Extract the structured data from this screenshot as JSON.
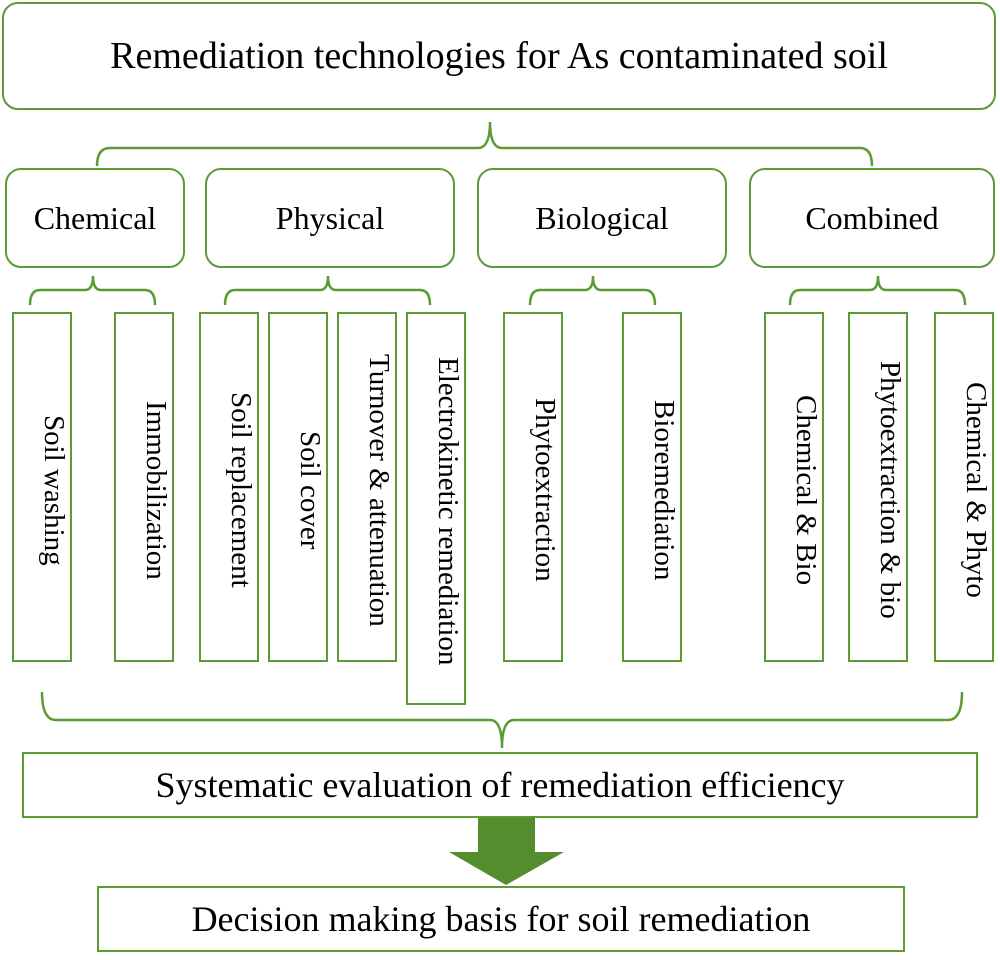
{
  "title": "Remediation technologies for As contaminated soil",
  "categories": [
    {
      "label": "Chemical",
      "items": [
        "Soil washing",
        "Immobilization"
      ]
    },
    {
      "label": "Physical",
      "items": [
        "Soil replacement",
        "Soil cover",
        "Turnover & attenuation",
        "Electrokinetic remediation"
      ]
    },
    {
      "label": "Biological",
      "items": [
        "Phytoextraction",
        "Bioremediation"
      ]
    },
    {
      "label": "Combined",
      "items": [
        "Chemical & Bio",
        "Phytoextraction & bio",
        "Chemical & Phyto"
      ]
    }
  ],
  "evaluation": "Systematic evaluation of remediation efficiency",
  "decision": "Decision making basis for soil remediation",
  "colors": {
    "stroke": "#5b9b33",
    "arrow": "#548d2e"
  }
}
